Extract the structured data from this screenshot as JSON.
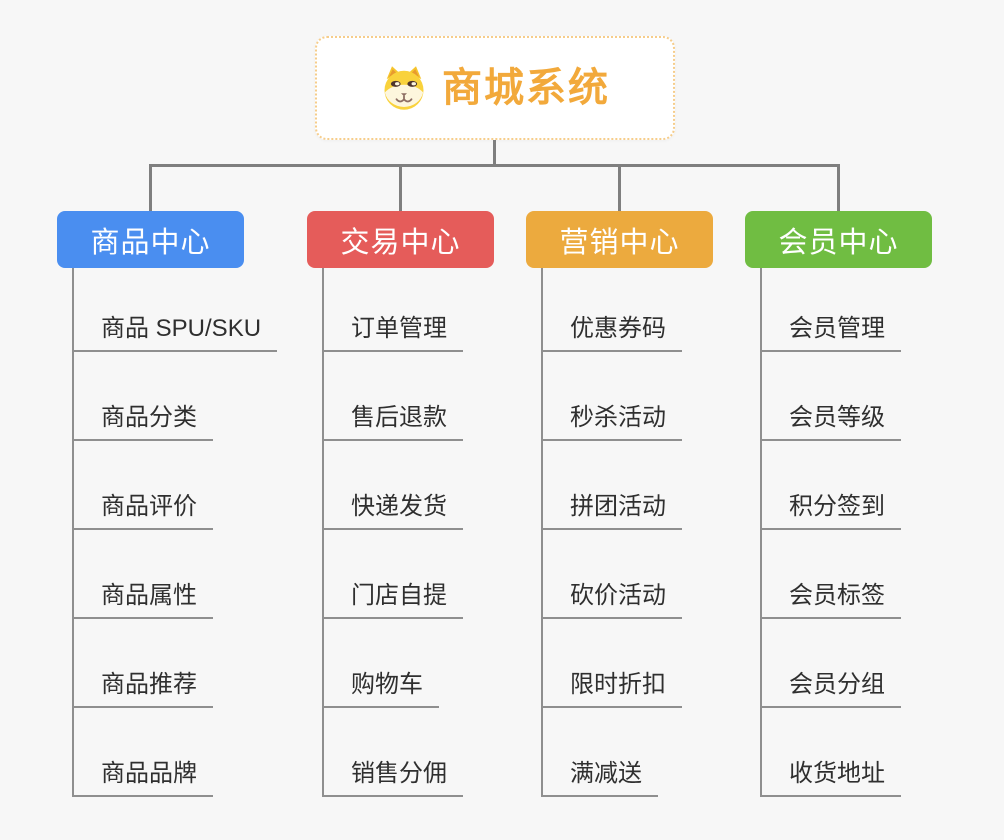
{
  "root": {
    "title": "商城系统",
    "icon": "shiba-dog-icon"
  },
  "branches": [
    {
      "label": "商品中心",
      "color": "#4a8ef0",
      "items": [
        "商品 SPU/SKU",
        "商品分类",
        "商品评价",
        "商品属性",
        "商品推荐",
        "商品品牌"
      ]
    },
    {
      "label": "交易中心",
      "color": "#e55c5a",
      "items": [
        "订单管理",
        "售后退款",
        "快递发货",
        "门店自提",
        "购物车",
        "销售分佣"
      ]
    },
    {
      "label": "营销中心",
      "color": "#ecaa3e",
      "items": [
        "优惠券码",
        "秒杀活动",
        "拼团活动",
        "砍价活动",
        "限时折扣",
        "满减送"
      ]
    },
    {
      "label": "会员中心",
      "color": "#70bd42",
      "items": [
        "会员管理",
        "会员等级",
        "积分签到",
        "会员标签",
        "会员分组",
        "收货地址"
      ]
    }
  ],
  "colors": {
    "background": "#f7f7f7",
    "connector": "#7f7f7f",
    "leaf_line": "#8f8f8f",
    "root_text": "#f2a93b",
    "root_border": "#f6cd8b",
    "leaf_text": "#2f2f2f"
  }
}
